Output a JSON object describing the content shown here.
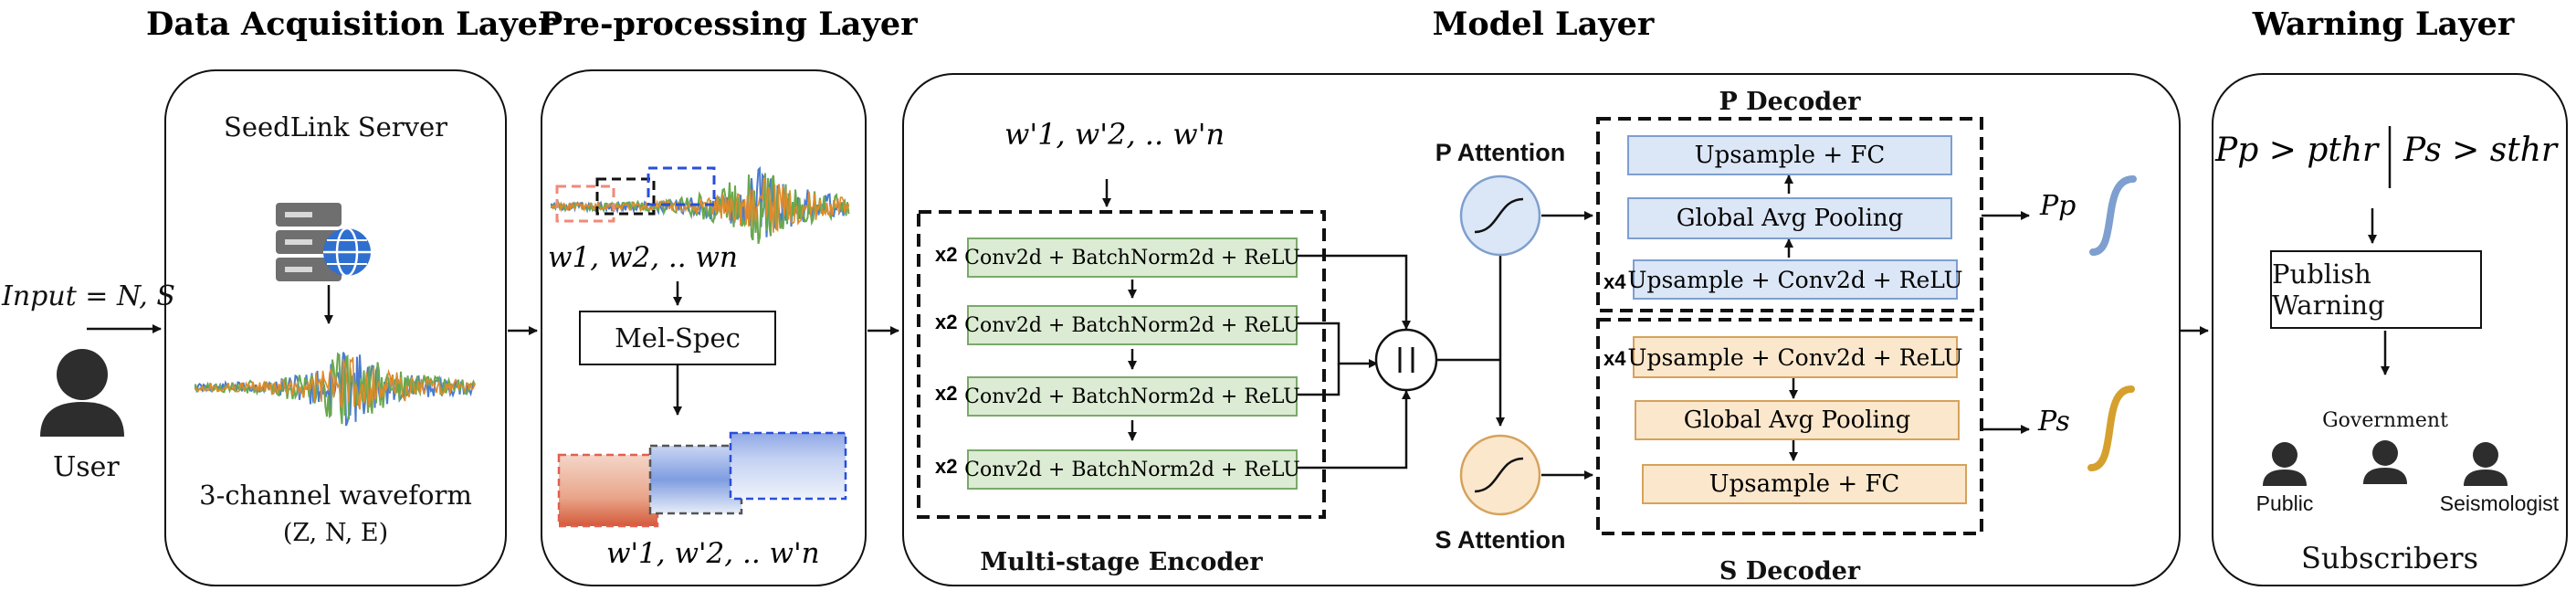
{
  "layers": {
    "data_acquisition": "Data Acquisition Layer",
    "preprocessing": "Pre-processing Layer",
    "model": "Model Layer",
    "warning": "Warning Layer"
  },
  "input": {
    "label": "Input = N, S",
    "user_label": "User"
  },
  "acquisition": {
    "server_label": "SeedLink Server",
    "waveform_label": "3-channel waveform",
    "channels_label": "(Z, N, E)"
  },
  "preprocessing": {
    "windows_label": "w1, w2, .. wn",
    "melspec_label": "Mel-Spec",
    "output_label": "w'1, w'2, .. w'n"
  },
  "model": {
    "input_label": "w'1, w'2, .. w'n",
    "encoder": {
      "title": "Multi-stage Encoder",
      "blocks": [
        {
          "repeat": "x2",
          "label": "Conv2d + BatchNorm2d + ReLU"
        },
        {
          "repeat": "x2",
          "label": "Conv2d + BatchNorm2d + ReLU"
        },
        {
          "repeat": "x2",
          "label": "Conv2d + BatchNorm2d + ReLU"
        },
        {
          "repeat": "x2",
          "label": "Conv2d + BatchNorm2d + ReLU"
        }
      ]
    },
    "concat_symbol": "||",
    "p_attention": "P Attention",
    "s_attention": "S Attention",
    "p_decoder": {
      "title": "P Decoder",
      "blocks": [
        "Upsample + FC",
        "Global Avg Pooling",
        "Upsample + Conv2d + ReLU"
      ],
      "repeat": "x4"
    },
    "s_decoder": {
      "title": "S Decoder",
      "blocks": [
        "Upsample + Conv2d + ReLU",
        "Global Avg Pooling",
        "Upsample + FC"
      ],
      "repeat": "x4"
    },
    "p_output": "Pp",
    "s_output": "Ps"
  },
  "warning": {
    "condition_p": "Pp > pthr",
    "condition_s": "Ps > sthr",
    "publish_label": "Publish Warning",
    "government_label": "Government",
    "public_label": "Public",
    "seismologist_label": "Seismologist",
    "subscribers_label": "Subscribers"
  },
  "colors": {
    "encoder_fill": "#dcebd3",
    "p_decoder_fill": "#dbe6f6",
    "s_decoder_fill": "#fbe7cc",
    "attention_fill": "#dbe6f6",
    "s_attention_fill": "#fbe7cc",
    "p_curve": "#7e9fcf",
    "s_curve": "#d6a02e"
  }
}
